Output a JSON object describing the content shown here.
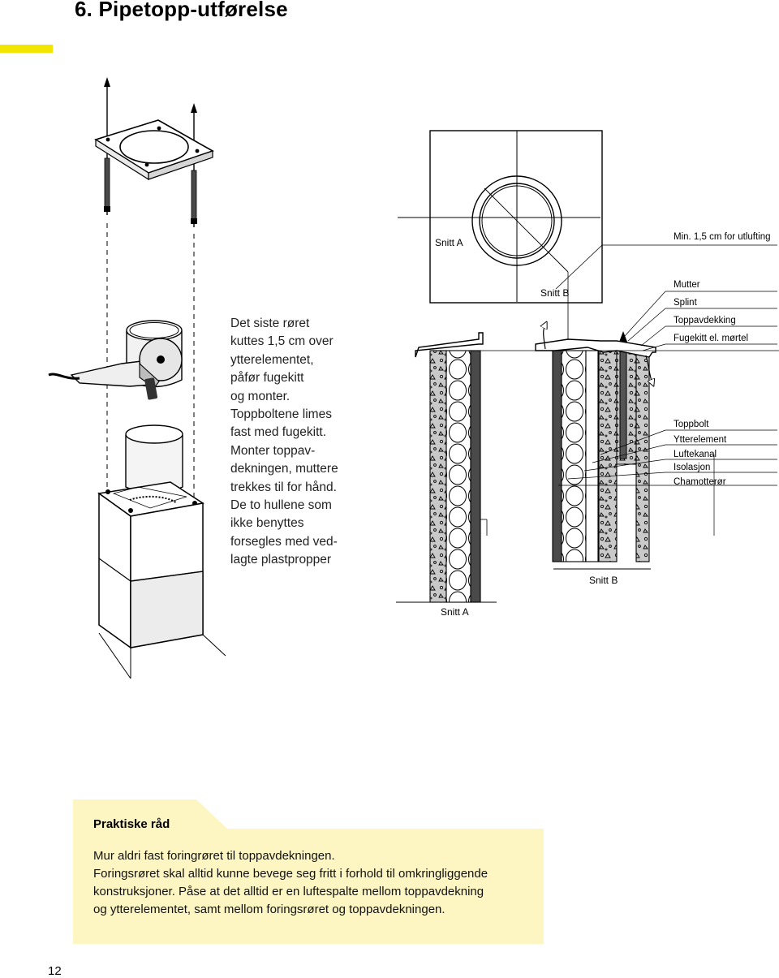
{
  "page": {
    "title": "6. Pipetopp-utførelse",
    "number": "12",
    "accent_color": "#f2e600",
    "advice_bg": "#fdf6c2"
  },
  "instructions": {
    "lines": [
      "Det siste røret",
      "kuttes 1,5 cm over",
      "ytterelementet,",
      "påfør fugekitt",
      "og monter.",
      "Toppboltene limes",
      "fast med fugekitt.",
      "Monter toppav-",
      "dekningen, muttere",
      "trekkes til for hånd.",
      "De to hullene som",
      "ikke benyttes",
      "forsegles med ved-",
      "lagte plastpropper"
    ]
  },
  "diagram": {
    "plan_labels": {
      "snitt_a": "Snitt A",
      "snitt_b": "Snitt B",
      "min_note": "Min. 1,5 cm for utlufting"
    },
    "callouts_top": [
      "Mutter",
      "Splint",
      "Toppavdekking",
      "Fugekitt el. mørtel"
    ],
    "callouts_lower": [
      "Toppbolt",
      "Ytterelement",
      "Luftekanal",
      "Isolasjon",
      "Chamotterør"
    ],
    "section_labels": {
      "snitt_b": "Snitt B",
      "snitt_a": "Snitt A"
    }
  },
  "advice": {
    "title": "Praktiske råd",
    "lines": [
      "Mur aldri fast foringrøret til toppavdekningen.",
      "Foringsrøret skal alltid kunne bevege seg fritt i forhold til omkringliggende",
      "konstruksjoner. Påse at det alltid er en luftespalte mellom toppavdekning",
      "og ytterelementet, samt mellom foringsrøret og toppavdekningen."
    ]
  }
}
